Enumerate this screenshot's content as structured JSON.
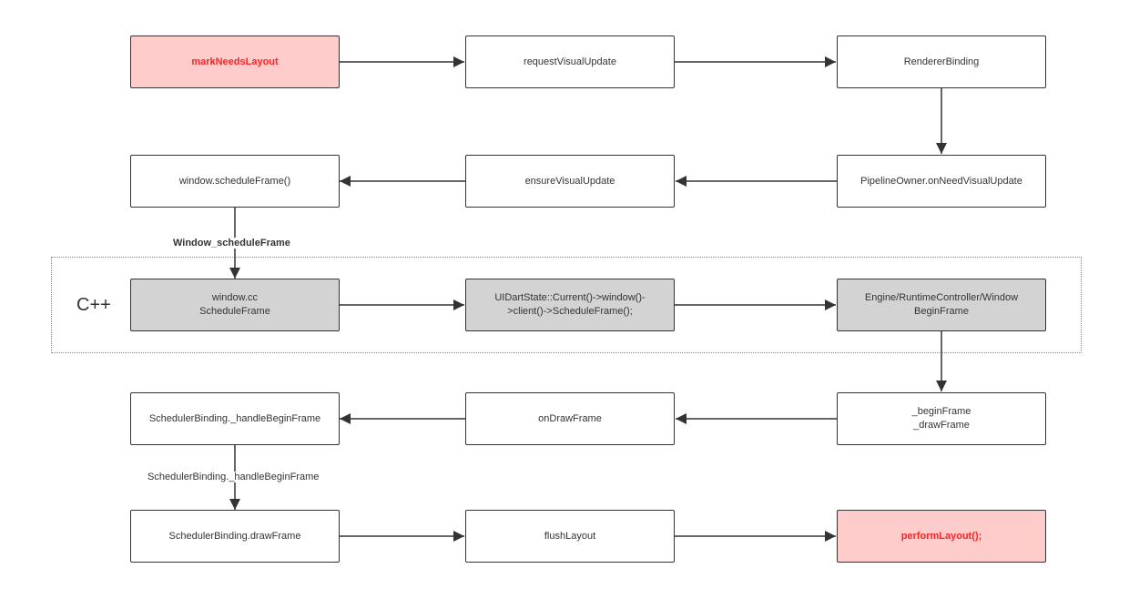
{
  "colors": {
    "highlight_fill": "#ffcccc",
    "highlight_text": "#ff2222",
    "cpp_fill": "#d3d3d3",
    "stroke": "#333333"
  },
  "group": {
    "label": "C++"
  },
  "nodes": {
    "markNeedsLayout": {
      "lines": [
        "markNeedsLayout"
      ]
    },
    "requestVisualUpdate": {
      "lines": [
        "requestVisualUpdate"
      ]
    },
    "rendererBinding": {
      "lines": [
        "RendererBinding"
      ]
    },
    "windowScheduleFrame": {
      "lines": [
        "window.scheduleFrame()"
      ]
    },
    "ensureVisualUpdate": {
      "lines": [
        "ensureVisualUpdate"
      ]
    },
    "pipelineOwner": {
      "lines": [
        "PipelineOwner.onNeedVisualUpdate"
      ]
    },
    "windowCc": {
      "lines": [
        "window.cc",
        "ScheduleFrame"
      ]
    },
    "uiDartState": {
      "lines": [
        "UIDartState::Current()->window()-",
        ">client()->ScheduleFrame();"
      ]
    },
    "engineBeginFrame": {
      "lines": [
        "Engine/RuntimeController/Window",
        "BeginFrame"
      ]
    },
    "handleBeginFrame": {
      "lines": [
        "SchedulerBinding._handleBeginFrame"
      ]
    },
    "onDrawFrame": {
      "lines": [
        "onDrawFrame"
      ]
    },
    "beginDrawFrame": {
      "lines": [
        "_beginFrame",
        "_drawFrame"
      ]
    },
    "drawFrame": {
      "lines": [
        "SchedulerBinding.drawFrame"
      ]
    },
    "flushLayout": {
      "lines": [
        "flushLayout"
      ]
    },
    "performLayout": {
      "lines": [
        "performLayout();"
      ]
    }
  },
  "edge_labels": {
    "window_schedule_frame": "Window_scheduleFrame",
    "handle_begin_frame": "SchedulerBinding._handleBeginFrame"
  }
}
